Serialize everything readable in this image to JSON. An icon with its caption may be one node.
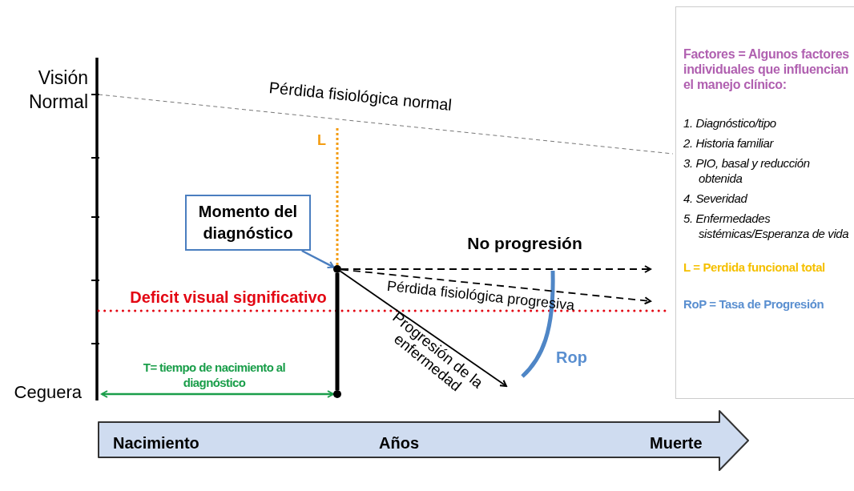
{
  "diagram": {
    "nodes": [
      {
        "text": [
          "Momento del diagnóstico"
        ]
      },
      {
        "text": [],
        "shape": "circle"
      },
      {
        "text": [],
        "shape": "circle"
      },
      {
        "text": [
          "Nacimiento",
          "Años",
          "Muerte"
        ]
      },
      {
        "text": [
          "Factores = Algunos factores individuales que influencian el manejo clínico:",
          "1. Diagnóstico/tipo",
          "2. Historia familiar",
          "3. PIO, basal y reducción obtenida",
          "4. Severidad",
          "5. Enfermedades sistémicas/Esperanza de vida",
          "L = Perdida funcional total",
          "RoP = Tasa de Progresión"
        ]
      }
    ],
    "edges": [
      {
        "from": 0,
        "to": 1,
        "arrow": "to",
        "color": "#4a7ebf"
      },
      {
        "from": 1,
        "to": null,
        "arrow": "to",
        "style": "dashed",
        "label": "No progresión"
      },
      {
        "from": 1,
        "to": null,
        "arrow": "to",
        "style": "dashed",
        "label": "Pérdida fisiológica progresiva"
      },
      {
        "from": 1,
        "to": null,
        "arrow": "to",
        "label": "Progresión de la enfermedad"
      },
      {
        "from": 1,
        "to": 2,
        "arrow": "none",
        "style": "thick"
      },
      {
        "from": null,
        "to": 2,
        "arrow": "both",
        "color": "#1a9e4a",
        "label": "T= tiempo de nacimiento al diagnóstico"
      },
      {
        "from": 1,
        "to": null,
        "arrow": "none",
        "style": "dashed",
        "color": "#f39c12",
        "label": "L"
      }
    ],
    "labels": [
      "Visión Normal",
      "Pérdida fisiológica normal",
      "Deficit visual significativo",
      "Ceguera",
      "Rop"
    ]
  }
}
